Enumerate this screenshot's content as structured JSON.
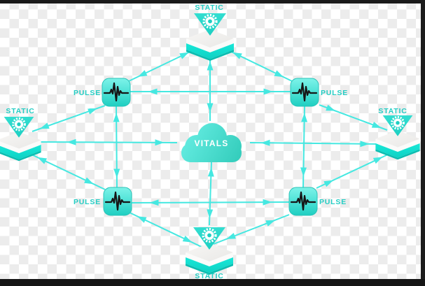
{
  "diagram_title": "network-topology-diagram",
  "nodes": {
    "static_top": {
      "label": "STATIC",
      "icon": "gear-icon"
    },
    "static_left": {
      "label": "STATIC",
      "icon": "gear-icon"
    },
    "static_right": {
      "label": "STATIC",
      "icon": "gear-icon"
    },
    "static_bottom": {
      "label": "STATIC",
      "icon": "gear-icon"
    },
    "pulse_top_left": {
      "label": "PULSE",
      "icon": "waveform-icon"
    },
    "pulse_top_right": {
      "label": "PULSE",
      "icon": "waveform-icon"
    },
    "pulse_bottom_left": {
      "label": "PULSE",
      "icon": "waveform-icon"
    },
    "pulse_bottom_right": {
      "label": "PULSE",
      "icon": "waveform-icon"
    },
    "cloud_center": {
      "label": "VITALS",
      "icon": "cloud-icon"
    }
  },
  "colors": {
    "line": "#45E8E1",
    "label_teal": "#24CDC4",
    "triangle_teal": "#27D7CA",
    "pedestal_teal": "#12DFD0",
    "cloud_from": "#6AF0E6",
    "cloud_to": "#2EC9B7",
    "checker_light": "#ffffff",
    "checker_gray": "#ececec",
    "frame_dark": "#1a1a1a"
  }
}
